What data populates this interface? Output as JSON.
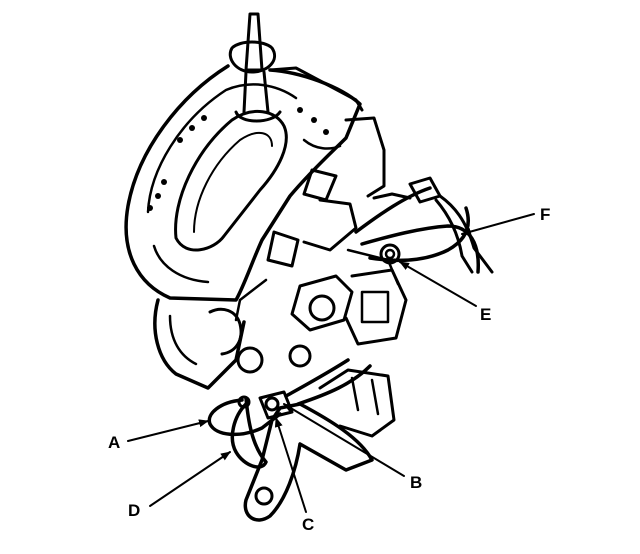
{
  "diagram": {
    "callouts": [
      {
        "id": "A",
        "text": "A"
      },
      {
        "id": "B",
        "text": "B"
      },
      {
        "id": "C",
        "text": "C"
      },
      {
        "id": "D",
        "text": "D"
      },
      {
        "id": "E",
        "text": "E"
      },
      {
        "id": "F",
        "text": "F"
      }
    ]
  }
}
